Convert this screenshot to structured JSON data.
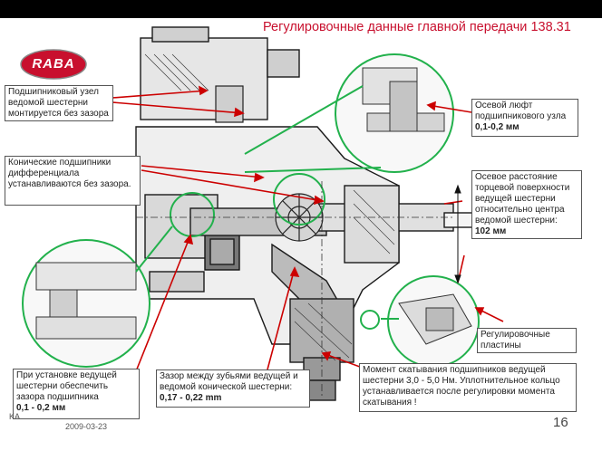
{
  "header": {
    "title": "Регулировочные данные главной передачи 138.31"
  },
  "logo": {
    "text": "RABA"
  },
  "callouts": {
    "bearing_unit": "Подшипниковый узел ведомой шестерни монтируется без зазора",
    "diff_bearings": "Конические подшипники дифференциала устанавливаются без зазора.",
    "axial_play_label": "Осевой люфт подшипникового узла",
    "axial_play_value": "0,1-0,2 мм",
    "distance_label": "Осевое расстояние торцевой поверхности ведущей шестерни относительно центра ведомой шестерни:",
    "distance_value": "102 мм",
    "shims": "Регулировочные пластины",
    "pinion_clearance_label": "При установке ведущей шестерни обеспечить зазора подшипника",
    "pinion_clearance_value": "0,1 - 0,2 мм",
    "backlash_label": "Зазор между зубьями ведущей и ведомой конической шестерни:",
    "backlash_value": "0,17 - 0,22 mm",
    "torque_text": "Момент скатывания подшипников ведущей шестерни 3,0 - 5,0 Нм. Уплотнительное кольцо устанавливается после регулировки момента скатывания !"
  },
  "footer": {
    "page": "16",
    "date": "2009-03-23",
    "corner": "KA"
  },
  "colors": {
    "title": "#c8102e",
    "arrow": "#cc0000",
    "highlight": "#22b14c",
    "header_bar": "#000000"
  }
}
